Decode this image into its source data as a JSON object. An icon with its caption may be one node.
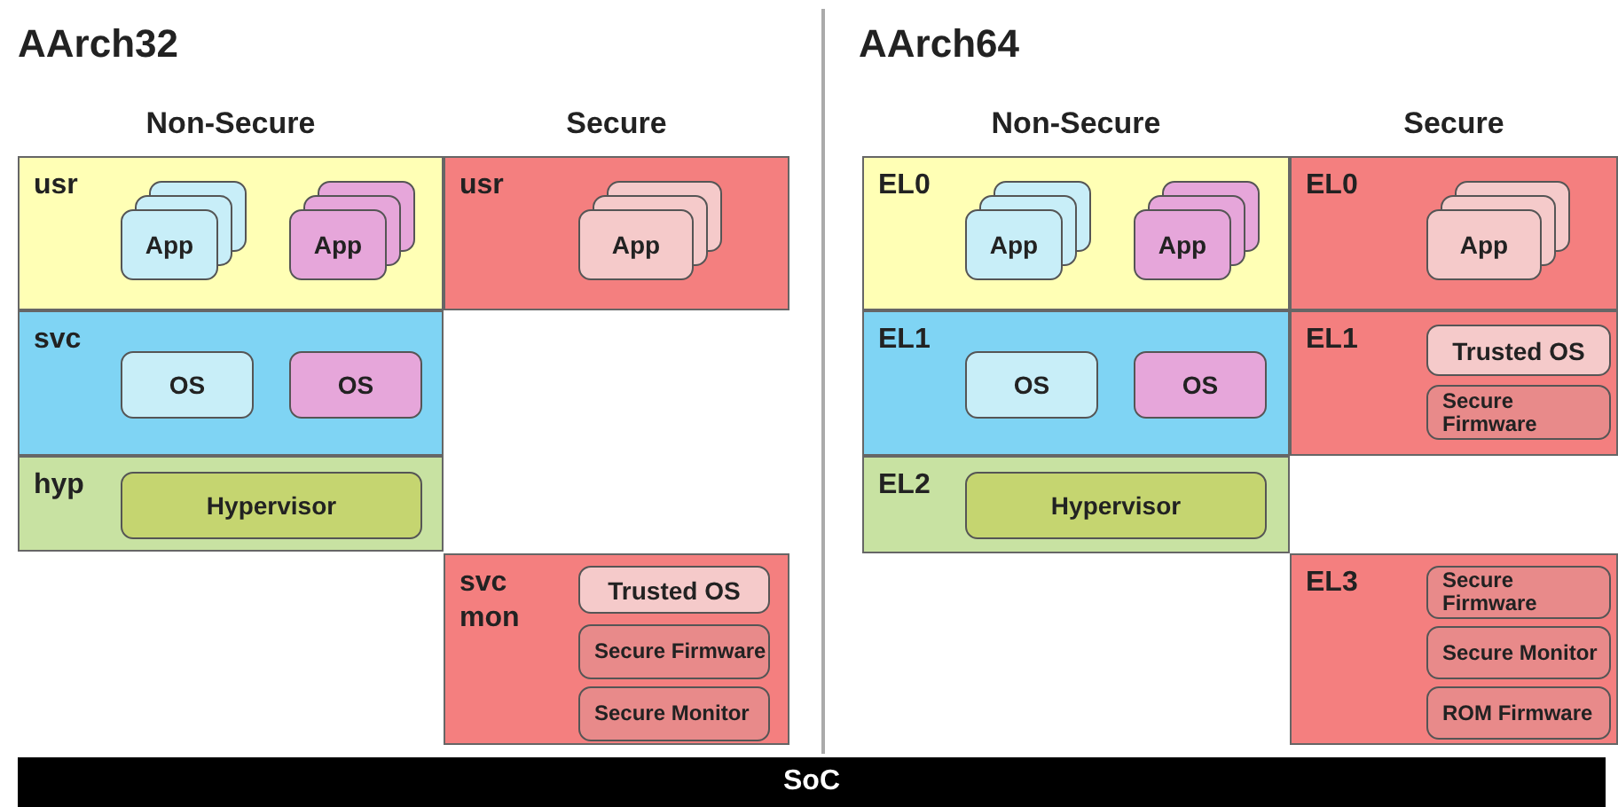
{
  "diagram": {
    "nodes": [
      {
        "text": [
          "usr"
        ]
      },
      {
        "text": [
          "App"
        ],
        "in": 0
      },
      {
        "text": [
          "App"
        ],
        "in": 0
      },
      {
        "text": [
          "svc"
        ]
      },
      {
        "text": [
          "OS"
        ],
        "in": 3
      },
      {
        "text": [
          "OS"
        ],
        "in": 3
      },
      {
        "text": [
          "hyp"
        ]
      },
      {
        "text": [
          "Hypervisor"
        ],
        "in": 6
      },
      {
        "text": [
          "usr"
        ]
      },
      {
        "text": [
          "App"
        ],
        "in": 8
      },
      {
        "text": [
          "svc mon"
        ]
      },
      {
        "text": [
          "Trusted OS"
        ],
        "in": 10
      },
      {
        "text": [
          "Secure Firmware"
        ],
        "in": 10
      },
      {
        "text": [
          "Secure Monitor"
        ],
        "in": 10
      },
      {
        "text": [
          "EL0"
        ]
      },
      {
        "text": [
          "App"
        ],
        "in": 14
      },
      {
        "text": [
          "App"
        ],
        "in": 14
      },
      {
        "text": [
          "EL1"
        ]
      },
      {
        "text": [
          "OS"
        ],
        "in": 17
      },
      {
        "text": [
          "OS"
        ],
        "in": 17
      },
      {
        "text": [
          "EL2"
        ]
      },
      {
        "text": [
          "Hypervisor"
        ],
        "in": 20
      },
      {
        "text": [
          "EL0"
        ]
      },
      {
        "text": [
          "App"
        ],
        "in": 22
      },
      {
        "text": [
          "EL1"
        ]
      },
      {
        "text": [
          "Trusted OS"
        ],
        "in": 24
      },
      {
        "text": [
          "Secure Firmware"
        ],
        "in": 24
      },
      {
        "text": [
          "EL3"
        ]
      },
      {
        "text": [
          "Secure Firmware"
        ],
        "in": 27
      },
      {
        "text": [
          "Secure Monitor"
        ],
        "in": 27
      },
      {
        "text": [
          "ROM Firmware"
        ],
        "in": 27
      },
      {
        "text": [
          "SoC"
        ]
      }
    ],
    "edges": [],
    "labels": [
      "AArch32",
      "AArch64",
      "Non-Secure",
      "Secure",
      "Non-Secure",
      "Secure"
    ]
  }
}
